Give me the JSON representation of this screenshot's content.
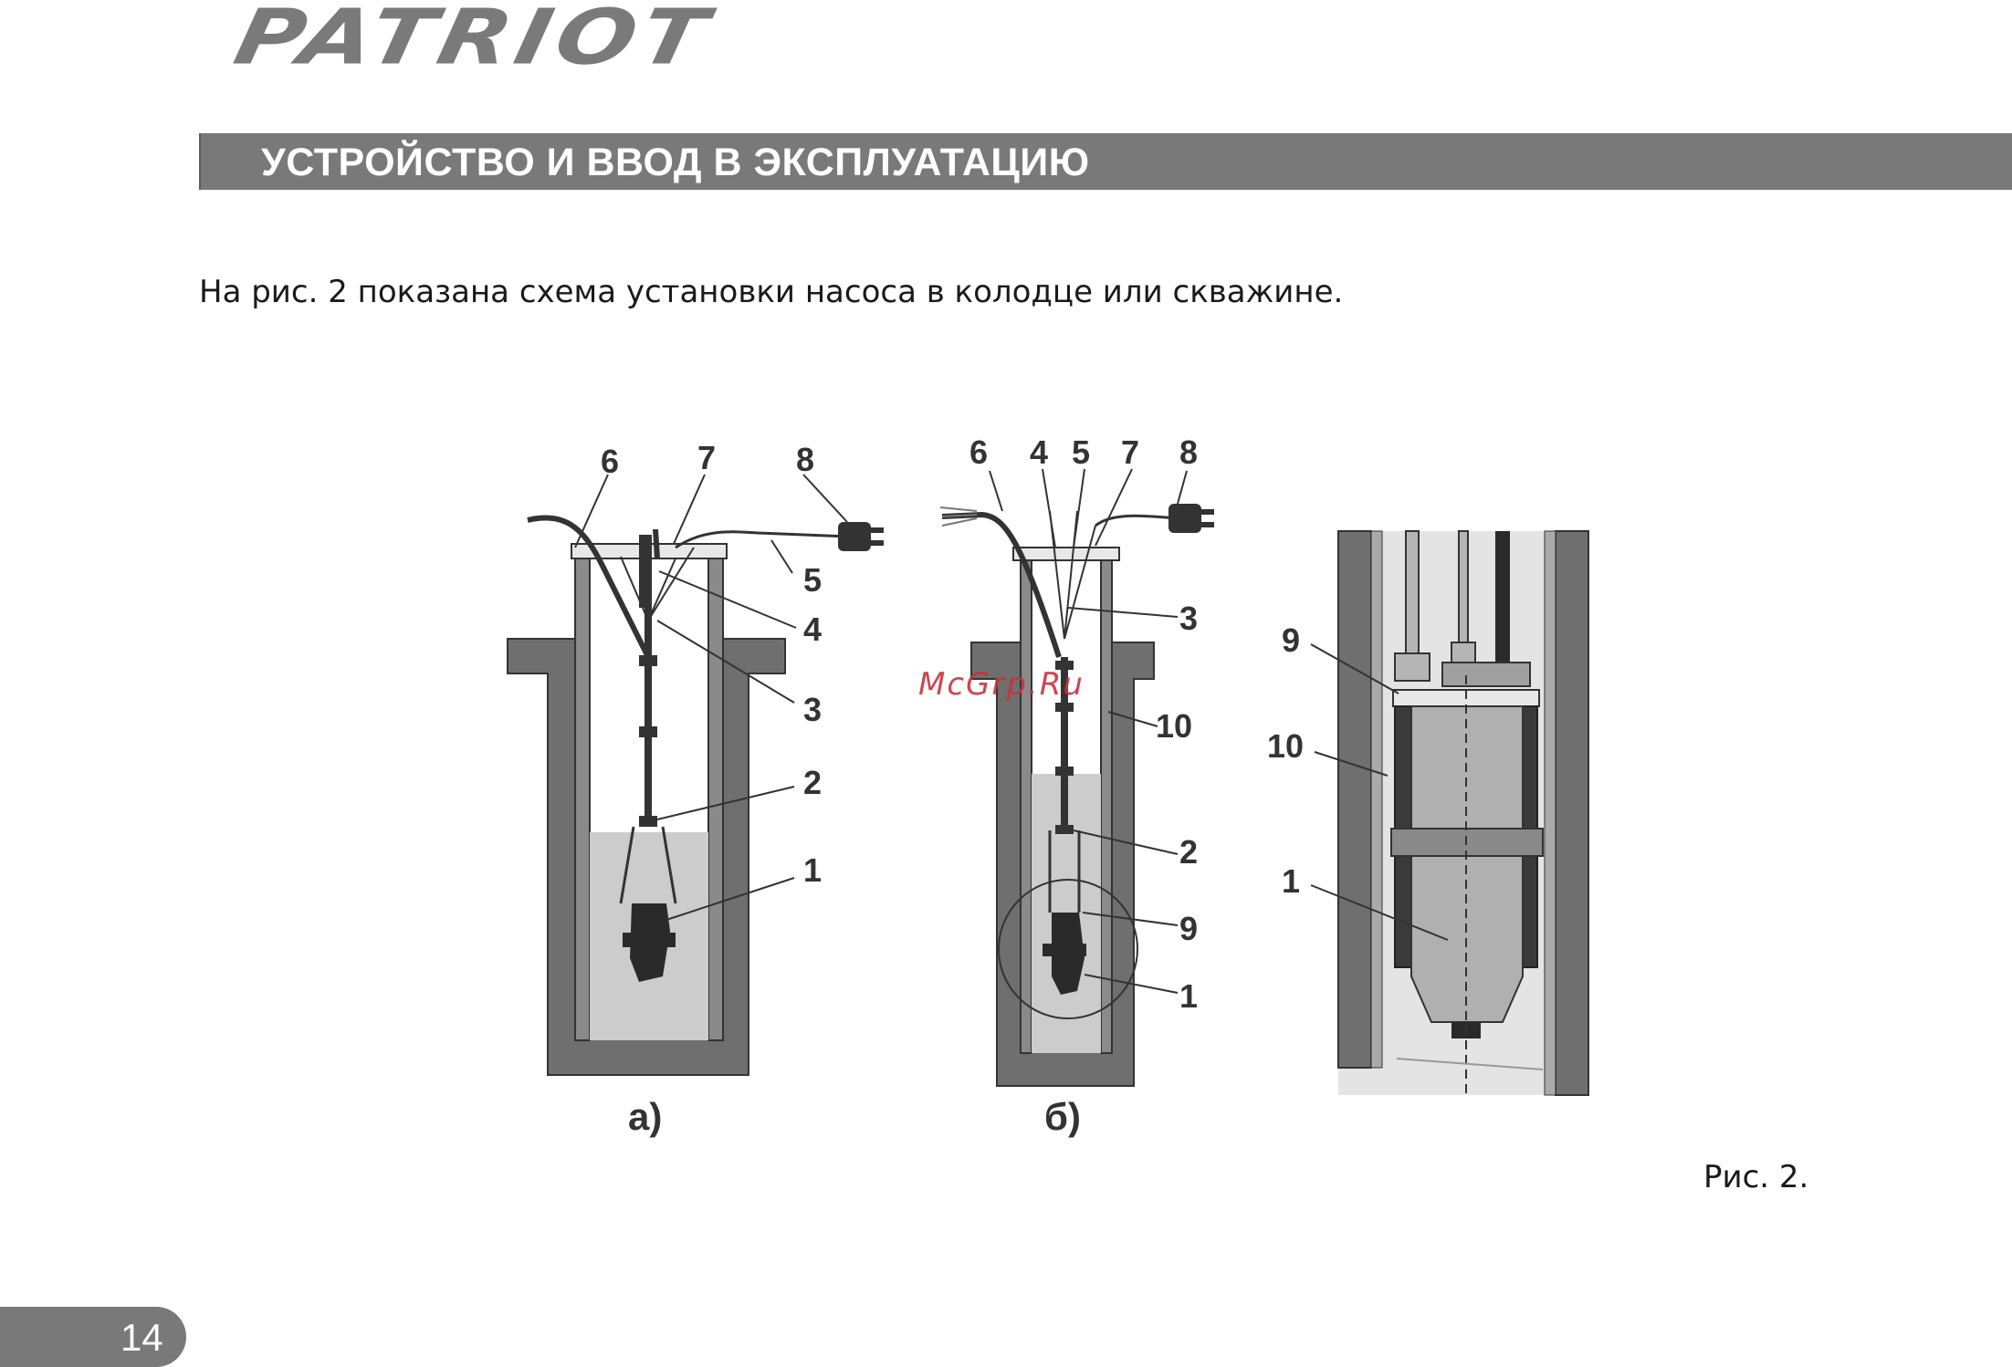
{
  "brand": {
    "logo_text": "PATRIOT"
  },
  "section": {
    "title": "УСТРОЙСТВО И ВВОД В ЭКСПЛУАТАЦИЮ"
  },
  "intro_text": "На рис. 2 показана схема установки насоса в колодце или скважине.",
  "figure": {
    "caption": "Рис. 2.",
    "panel_a": {
      "label": "а)",
      "callouts": [
        "6",
        "7",
        "8",
        "5",
        "4",
        "3",
        "2",
        "1"
      ]
    },
    "panel_b": {
      "label": "б)",
      "callouts": [
        "6",
        "4",
        "5",
        "7",
        "8",
        "3",
        "10",
        "2",
        "9",
        "1"
      ]
    },
    "panel_detail": {
      "callouts": [
        "9",
        "10",
        "1"
      ]
    }
  },
  "watermark": "McGrp.Ru",
  "page": {
    "number": "14"
  },
  "colors": {
    "bar": "#7a7979",
    "water": "#cccccc",
    "wall": "#6f6f6f"
  }
}
